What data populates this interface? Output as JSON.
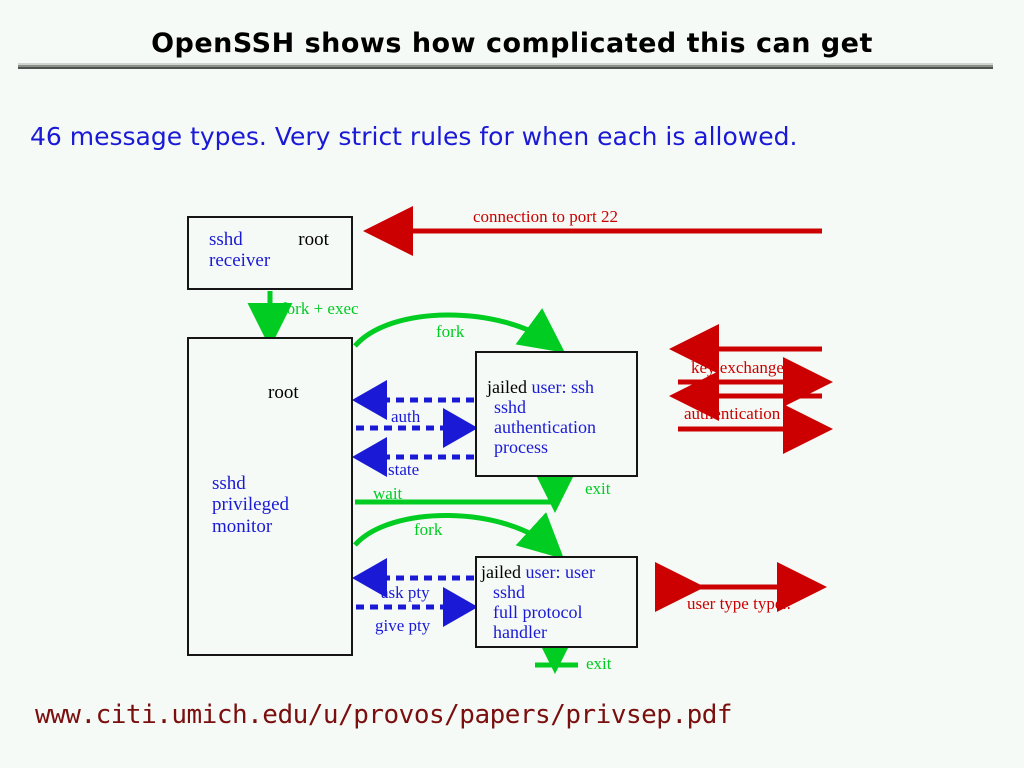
{
  "slide": {
    "title": "OpenSSH shows how complicated this can get",
    "subtitle": "46 message types.  Very strict rules for when each is allowed.",
    "footer_url": "www.citi.umich.edu/u/provos/papers/privsep.pdf",
    "background_color": "#f6faf6"
  },
  "colors": {
    "title_text": "#000000",
    "subtitle_text": "#1a1ad6",
    "footer_text": "#7a0f0f",
    "box_border": "#151515",
    "green_arrow": "#00cc22",
    "red_arrow": "#cc0000",
    "blue_dashed_arrow": "#1a1ad6",
    "rule_bar": "#8a918a"
  },
  "diagram": {
    "boxes": [
      {
        "id": "sshd-receiver",
        "line1_blue": "sshd",
        "line1_black": "root",
        "line2_blue": "receiver"
      },
      {
        "id": "privileged-monitor",
        "user_label": "root",
        "line1": "sshd",
        "line2": "privileged",
        "line3": "monitor"
      },
      {
        "id": "auth-process",
        "jailed": "jailed",
        "user": "user: ssh",
        "line1": "sshd",
        "line2": "authentication",
        "line3": "process"
      },
      {
        "id": "protocol-handler",
        "jailed": "jailed",
        "user": "user: user",
        "line1": "sshd",
        "line2": "full protocol",
        "line3": "handler"
      }
    ],
    "green_labels": {
      "fork_exec": "fork + exec",
      "fork_top": "fork",
      "exit_top": "exit",
      "wait": "wait",
      "fork_bottom": "fork",
      "exit_bottom": "exit"
    },
    "blue_labels": {
      "auth": "auth",
      "state": "state",
      "ask_pty": "ask pty",
      "give_pty": "give pty"
    },
    "red_labels": {
      "connection": "connection to port 22",
      "key_exchange": "key exchange",
      "authentication": "authentication",
      "user_type": "user type type.."
    }
  }
}
